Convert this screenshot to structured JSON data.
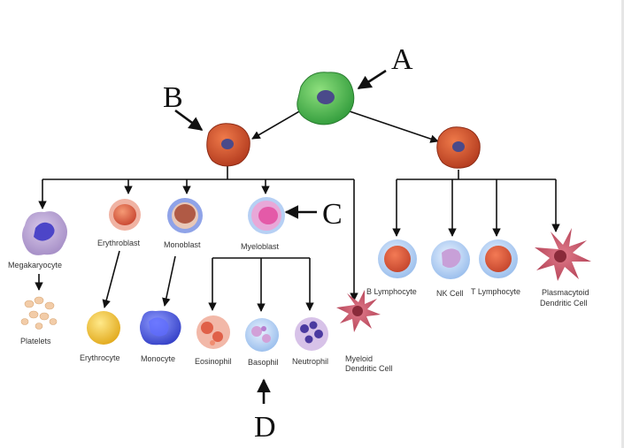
{
  "letters": {
    "a": "A",
    "b": "B",
    "c": "C",
    "d": "D"
  },
  "labels": {
    "megakaryocyte": "Megakaryocyte",
    "platelets": "Platelets",
    "erythroblast": "Erythroblast",
    "erythrocyte": "Erythrocyte",
    "monoblast": "Monoblast",
    "monocyte": "Monocyte",
    "myeloblast": "Myeloblast",
    "eosinophil": "Eosinophil",
    "basophil": "Basophil",
    "neutrophil": "Neutrophil",
    "myeloid_dc_1": "Myeloid",
    "myeloid_dc_2": "Dendritic Cell",
    "b_lymphocyte": "B Lymphocyte",
    "nk_cell": "NK Cell",
    "t_lymphocyte": "T Lymphocyte",
    "plasmacytoid_dc_1": "Plasmacytoid",
    "plasmacytoid_dc_2": "Dendritic Cell"
  },
  "colors": {
    "stem_cell": "#4caf50",
    "progenitor": "#c9482a",
    "nucleus": "#4a4a8a",
    "red_blast": "#d9533a",
    "blue_rim": "#9ec3ef",
    "erythrocyte": "#f2c72a",
    "monocyte": "#4c57d8",
    "dendritic": "#c04a5a",
    "line": "#111111"
  }
}
